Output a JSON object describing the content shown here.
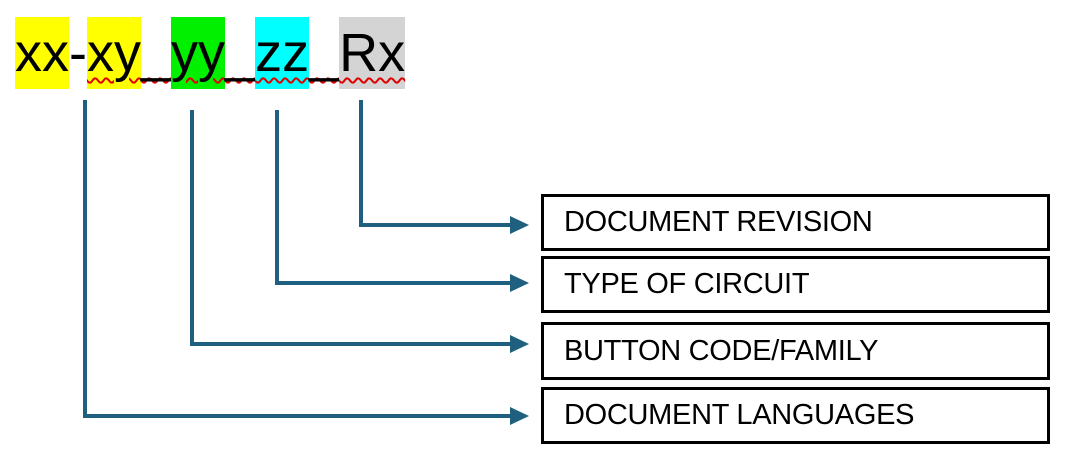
{
  "diagram": {
    "description": "Document naming convention callout diagram",
    "full_code": "xx-xy_yy_zz_Rx",
    "connector_color": "#1F5F80",
    "squiggle_color": "#E00000",
    "box_border_color": "#000000",
    "text_color": "#000000",
    "background_color": "#FFFFFF"
  },
  "code": {
    "segments": [
      {
        "text": "xx",
        "highlight": "#FFFF00"
      },
      {
        "text": "-",
        "highlight": "none"
      },
      {
        "text": "xy",
        "highlight": "#FFFF00"
      },
      {
        "text": "_",
        "highlight": "none"
      },
      {
        "text": "yy",
        "highlight": "#00F000"
      },
      {
        "text": "_",
        "highlight": "none"
      },
      {
        "text": "zz",
        "highlight": "#00FFFF"
      },
      {
        "text": "_",
        "highlight": "none"
      },
      {
        "text": "Rx",
        "highlight": "#D4D4D4"
      }
    ]
  },
  "callouts": [
    {
      "label": "DOCUMENT REVISION",
      "source_segment": "Rx"
    },
    {
      "label": "TYPE OF CIRCUIT",
      "source_segment": "zz"
    },
    {
      "label": "BUTTON CODE/FAMILY",
      "source_segment": "yy"
    },
    {
      "label": "DOCUMENT LANGUAGES",
      "source_segment": "xx-xy"
    }
  ]
}
